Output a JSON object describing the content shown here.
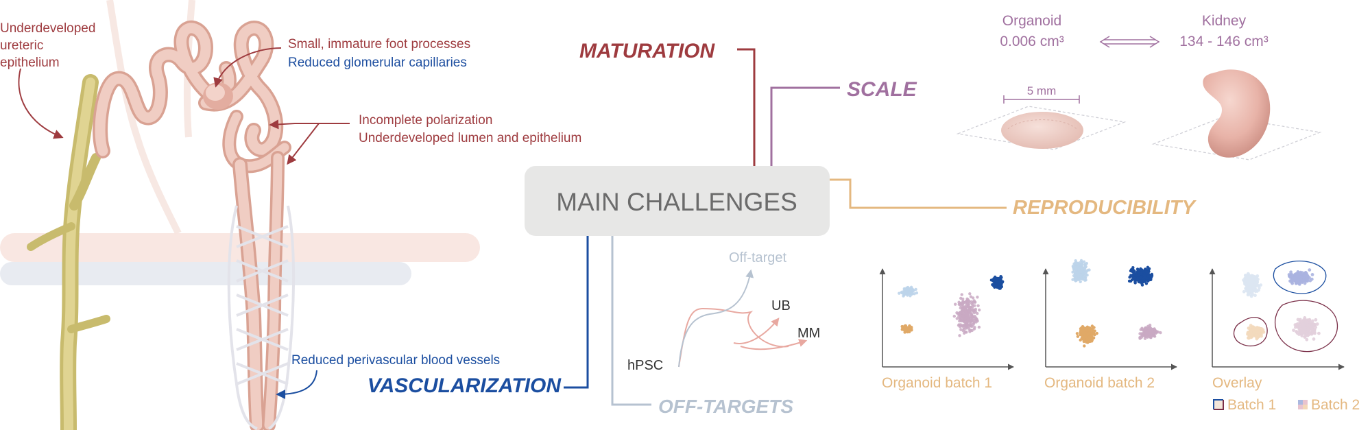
{
  "center": {
    "label": "MAIN CHALLENGES"
  },
  "maturation": {
    "heading": "MATURATION",
    "note_ureteric": [
      "Underdeveloped",
      "ureteric",
      "epithelium"
    ],
    "note_foot": "Small, immature foot processes",
    "note_capillaries": "Reduced glomerular capillaries",
    "note_polarization": "Incomplete polarization",
    "note_lumen": "Underdeveloped lumen and epithelium"
  },
  "vascularization": {
    "heading": "VASCULARIZATION",
    "note": "Reduced perivascular blood vessels"
  },
  "scale": {
    "heading": "SCALE",
    "organoid_label": "Organoid",
    "organoid_value": "0.006 cm³",
    "kidney_label": "Kidney",
    "kidney_value": "134 - 146 cm³",
    "scalebar": "5 mm"
  },
  "reproducibility": {
    "heading": "REPRODUCIBILITY",
    "panel1": "Organoid batch 1",
    "panel2": "Organoid batch 2",
    "panel3": "Overlay",
    "legend1": "Batch 1",
    "legend2": "Batch 2"
  },
  "off_targets": {
    "heading": "OFF-TARGETS",
    "start": "hPSC",
    "offtarget": "Off-target",
    "ub": "UB",
    "mm": "MM"
  },
  "colors": {
    "maturation": "#9e3b3f",
    "capillary_blue": "#1e4fa0",
    "vascular": "#1b4ea0",
    "scale": "#a0709f",
    "reproducibility": "#e4b880",
    "offtarget": "#b6c2d0",
    "box": "#e7e7e6",
    "box_text": "#6b6b6b",
    "tubule": "#edc2b6",
    "ureter": "#d7cc86"
  }
}
